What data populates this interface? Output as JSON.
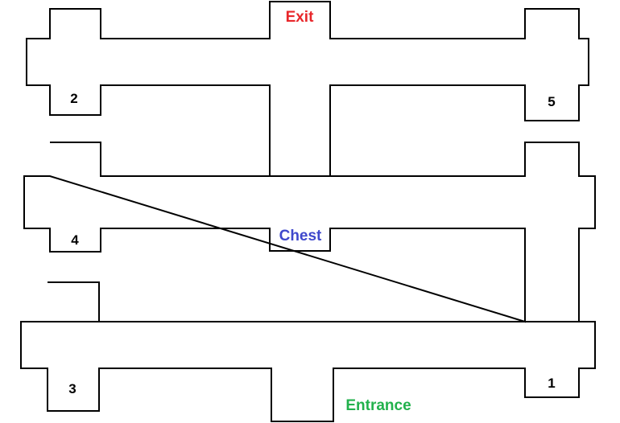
{
  "labels": {
    "exit": "Exit",
    "chest": "Chest",
    "entrance": "Entrance",
    "room_1": "1",
    "room_2": "2",
    "room_3": "3",
    "room_4": "4",
    "room_5": "5"
  },
  "colors": {
    "wall": "#000000",
    "background": "#ffffff",
    "exit": "#e8262a",
    "chest": "#3f48cc",
    "entrance": "#22b14c",
    "room": "#000000"
  }
}
